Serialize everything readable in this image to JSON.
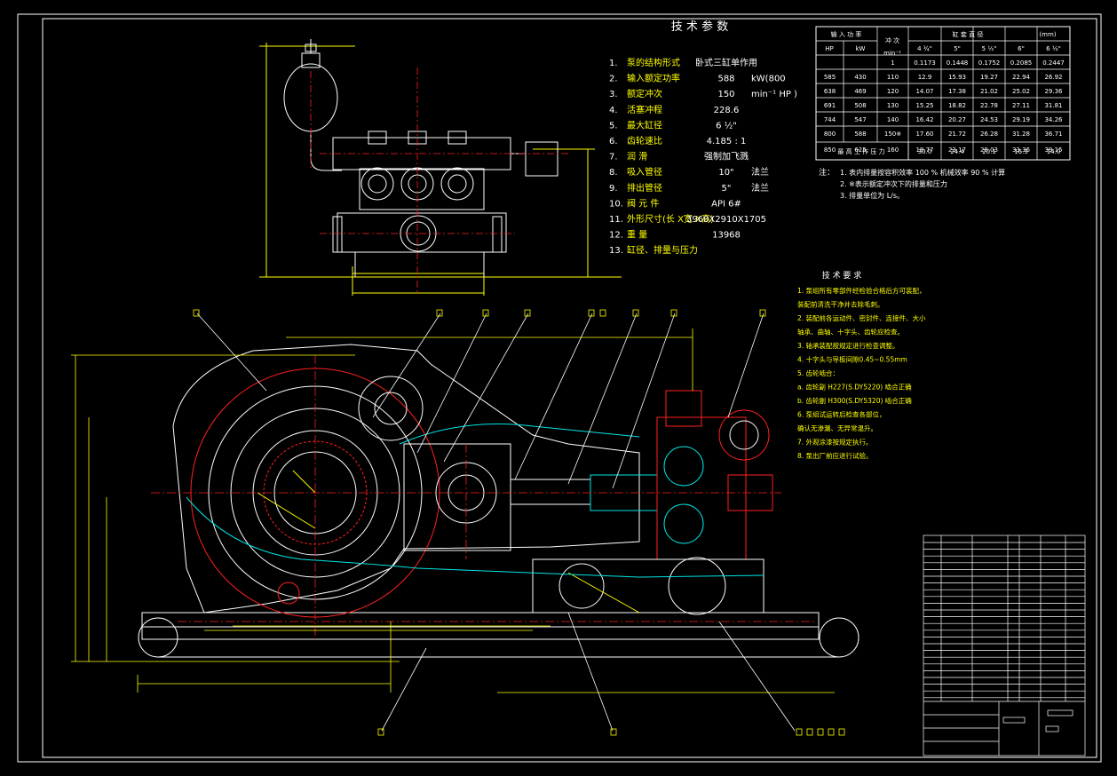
{
  "drawing": {
    "tech_title": "技 术 参 数",
    "params": [
      {
        "n": "1.",
        "label": "泵的结构形式",
        "value": "卧式三缸单作用",
        "unit": ""
      },
      {
        "n": "2.",
        "label": "输入额定功率",
        "value": "588",
        "unit": "kW(800"
      },
      {
        "n": "3.",
        "label": "额定冲次",
        "value": "150",
        "unit": "min⁻¹    HP )"
      },
      {
        "n": "4.",
        "label": "活塞冲程",
        "value": "228.6",
        "unit": ""
      },
      {
        "n": "5.",
        "label": "最大缸径",
        "value": "6 ½\"",
        "unit": ""
      },
      {
        "n": "6.",
        "label": "齿轮速比",
        "value": "4.185 : 1",
        "unit": ""
      },
      {
        "n": "7.",
        "label": "润    滑",
        "value": "强制加飞溅",
        "unit": ""
      },
      {
        "n": "8.",
        "label": "吸入管径",
        "value": "10\"",
        "unit": "法兰"
      },
      {
        "n": "9.",
        "label": "排出管径",
        "value": "5\"",
        "unit": "法兰"
      },
      {
        "n": "10.",
        "label": "阀 元 件",
        "value": "API 6#",
        "unit": ""
      },
      {
        "n": "11.",
        "label": "外形尺寸(长      X宽 X高)",
        "value": "3960X2910X1705",
        "unit": ""
      },
      {
        "n": "12.",
        "label": "重    量",
        "value": "13968",
        "unit": ""
      },
      {
        "n": "13.",
        "label": "缸径、排量与压力",
        "value": "",
        "unit": ""
      }
    ],
    "perf_table": {
      "header_row1": [
        "输 入 功 率",
        "冲 次",
        "缸 套 直 径",
        "(mm)"
      ],
      "header_row2": [
        "HP",
        "kW",
        "min⁻¹",
        "4 ¾\"",
        "5\"",
        "5 ½\"",
        "6\"",
        "6 ½\""
      ],
      "rows": [
        [
          "",
          "",
          "1",
          "0.1173",
          "0.1448",
          "0.1752",
          "0.2085",
          "0.2447"
        ],
        [
          "585",
          "430",
          "110",
          "12.9",
          "15.93",
          "19.27",
          "22.94",
          "26.92"
        ],
        [
          "638",
          "469",
          "120",
          "14.07",
          "17.38",
          "21.02",
          "25.02",
          "29.36"
        ],
        [
          "691",
          "508",
          "130",
          "15.25",
          "18.82",
          "22.78",
          "27.11",
          "31.81"
        ],
        [
          "744",
          "547",
          "140",
          "16.42",
          "20.27",
          "24.53",
          "29.19",
          "34.26"
        ],
        [
          "800",
          "588",
          "150※",
          "17.60",
          "21.72",
          "26.28",
          "31.28",
          "36.71"
        ],
        [
          "850",
          "625",
          "160",
          "18.77",
          "23.17",
          "28.03",
          "33.36",
          "39.15"
        ],
        [
          "最 高 工 作 压 力",
          "",
          "",
          "30.0",
          "24.4",
          "20.1",
          "16.9",
          "14.0"
        ]
      ]
    },
    "notes_label": "注：",
    "notes": [
      "1.  表内排量按容积效率 100 %  机械效率 90 % 计算",
      "2.  ※表示额定冲次下的排量和压力",
      "3.  排量单位为 L/s。"
    ],
    "req_title": "技 术 要 求",
    "requirements": [
      "1. 泵组所有零部件经检验合格后方可装配，",
      "   装配前清洗干净并去除毛刺。",
      "2. 装配前各运动件、密封件、连接件、大小",
      "   轴承、曲轴、十字头、齿轮应检查。",
      "3. 轴承装配按规定进行检查调整。",
      "4. 十字头与导板间隙0.45~0.55mm",
      "5. 齿轮啮合：",
      "   a. 齿轮副  H227(S.DY5220)   啮合正确",
      "   b. 齿轮副  H300(S.DY5320)   啮合正确",
      "6. 泵组试运转后检查各部位，",
      "   确认无渗漏、无异常温升。",
      "7. 外观涂漆按规定执行。",
      "8. 泵出厂前应进行试验。"
    ]
  }
}
